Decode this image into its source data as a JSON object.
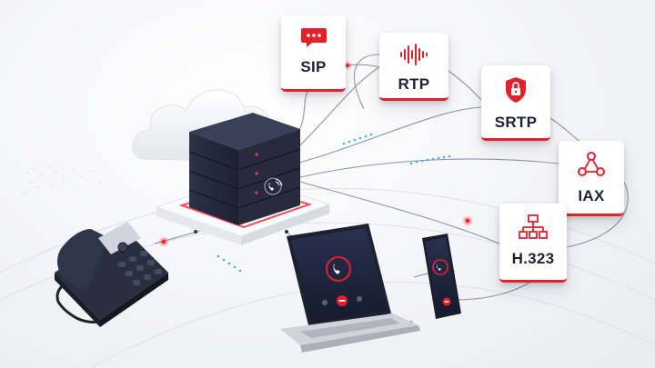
{
  "protocols": [
    {
      "label": "SIP",
      "icon": "chat-bubble-icon"
    },
    {
      "label": "RTP",
      "icon": "audio-wave-icon"
    },
    {
      "label": "SRTP",
      "icon": "lock-shield-icon"
    },
    {
      "label": "IAX",
      "icon": "network-nodes-icon"
    },
    {
      "label": "H.323",
      "icon": "hierarchy-icon"
    }
  ],
  "devices": {
    "server": "pbx-server",
    "desk_phone": "ip-desk-phone",
    "laptop": "laptop-softphone",
    "mobile": "mobile-phone"
  },
  "colors": {
    "accent": "#e4202b",
    "dark": "#252a3d",
    "link": "#9aa0b0",
    "glow": "#4fb3ea"
  }
}
